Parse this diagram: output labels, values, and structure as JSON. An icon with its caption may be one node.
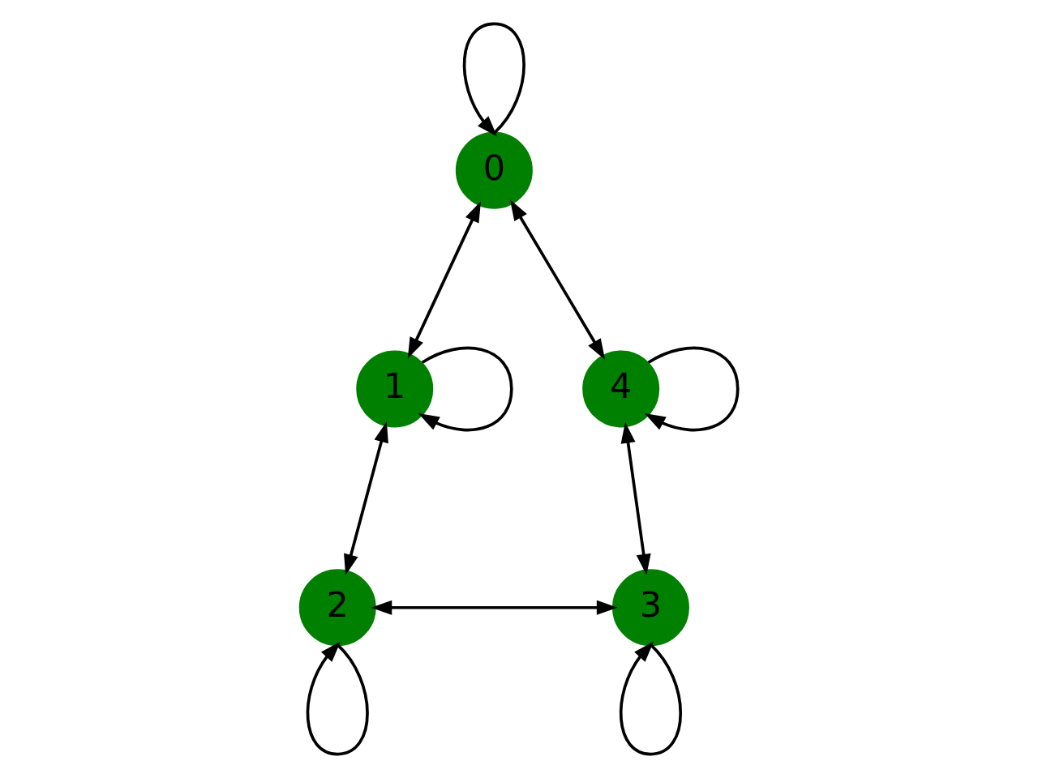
{
  "diagram": {
    "nodes": [
      {
        "text": [
          "0"
        ]
      },
      {
        "text": [
          "1"
        ]
      },
      {
        "text": [
          "2"
        ]
      },
      {
        "text": [
          "3"
        ]
      },
      {
        "text": [
          "4"
        ]
      }
    ],
    "edges": [
      {
        "from": 0,
        "to": 0,
        "arrow": "to"
      },
      {
        "from": 0,
        "to": 1,
        "arrow": "both"
      },
      {
        "from": 0,
        "to": 4,
        "arrow": "both"
      },
      {
        "from": 1,
        "to": 1,
        "arrow": "to"
      },
      {
        "from": 1,
        "to": 2,
        "arrow": "both"
      },
      {
        "from": 2,
        "to": 2,
        "arrow": "to"
      },
      {
        "from": 2,
        "to": 3,
        "arrow": "both"
      },
      {
        "from": 3,
        "to": 3,
        "arrow": "to"
      },
      {
        "from": 3,
        "to": 4,
        "arrow": "both"
      },
      {
        "from": 4,
        "to": 4,
        "arrow": "to"
      }
    ]
  }
}
